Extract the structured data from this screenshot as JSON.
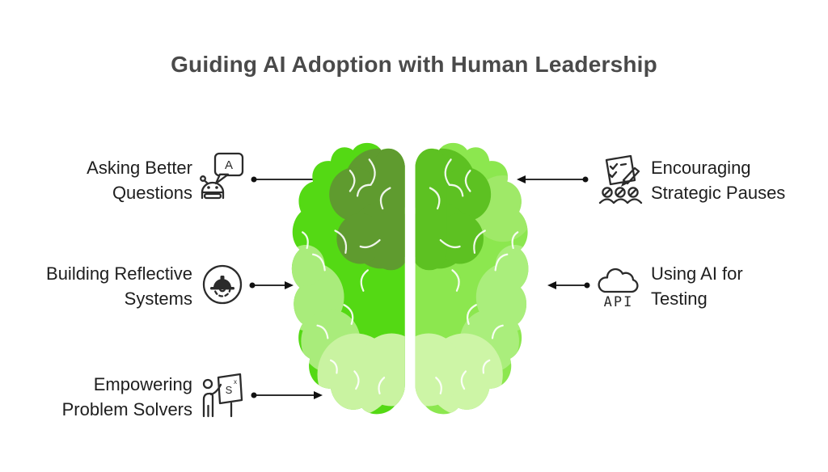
{
  "title": "Guiding AI Adoption with Human Leadership",
  "colors": {
    "background": "#ffffff",
    "title-text": "#4a4a4a",
    "label-text": "#1e1e1e",
    "icon-stroke": "#2b2b2b",
    "arrow": "#111111"
  },
  "brain": {
    "left": {
      "base": "#54d914",
      "frontal": "#5f9b2f",
      "outer_pale": "#a9ec7b",
      "bottom_pale": "#c9f3a1",
      "detail_line": "#ffffff"
    },
    "right": {
      "base": "#8ce74f",
      "frontal": "#5dc122",
      "outer_pale": "#aaee7c",
      "bottom_pale": "#cdf5a6",
      "upper_light": "#9fe968",
      "detail_line": "#ffffff"
    }
  },
  "items": [
    {
      "label_line1": "Asking Better",
      "label_line2": "Questions",
      "icon": "robot-chat-icon",
      "icon_text": "A"
    },
    {
      "label_line1": "Building Reflective",
      "label_line2": "Systems",
      "icon": "hardhat-gear-icon",
      "icon_text": ""
    },
    {
      "label_line1": "Empowering",
      "label_line2": "Problem Solvers",
      "icon": "presenter-board-icon",
      "icon_text": "S",
      "icon_sup": "x"
    },
    {
      "label_line1": "Encouraging",
      "label_line2": "Strategic Pauses",
      "icon": "checklist-team-icon",
      "icon_text": ""
    },
    {
      "label_line1": "Using AI for",
      "label_line2": "Testing",
      "icon": "cloud-api-icon",
      "icon_text": "API"
    }
  ]
}
